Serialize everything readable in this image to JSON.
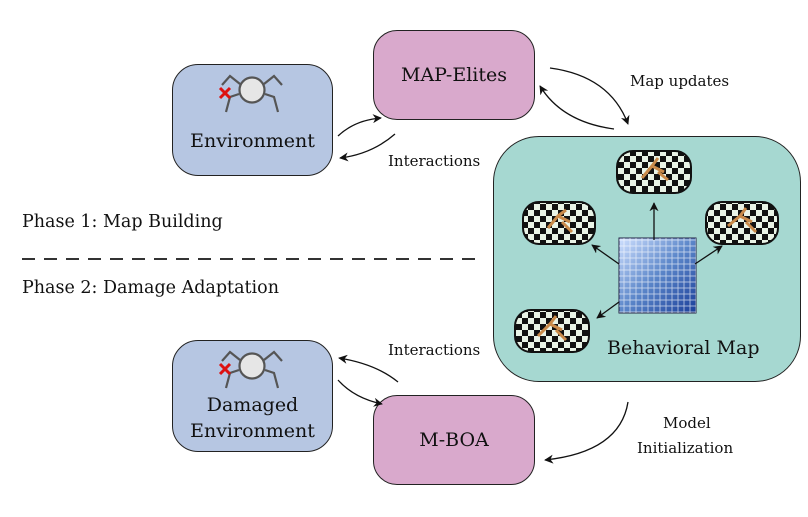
{
  "phases": {
    "phase1": "Phase 1: Map Building",
    "phase2": "Phase 2: Damage Adaptation"
  },
  "phase1_nodes": {
    "environment": "Environment",
    "map_elites": "MAP-Elites"
  },
  "phase2_nodes": {
    "damaged_line1": "Damaged",
    "damaged_line2": "Environment",
    "mboa": "M-BOA"
  },
  "behavioral_map": {
    "label": "Behavioral Map"
  },
  "edge_labels": {
    "map_updates": "Map updates",
    "interactions_top": "Interactions",
    "interactions_bottom": "Interactions",
    "model_line1": "Model",
    "model_line2": "Initialization"
  },
  "colors": {
    "environment_fill": "#b6c6e2",
    "algorithm_fill": "#d9a9cc",
    "behavioral_map_fill": "#a6d8d1"
  },
  "icons": [
    "damaged-robot-icon",
    "robot-arena-thumbnail",
    "behavior-grid-icon"
  ]
}
